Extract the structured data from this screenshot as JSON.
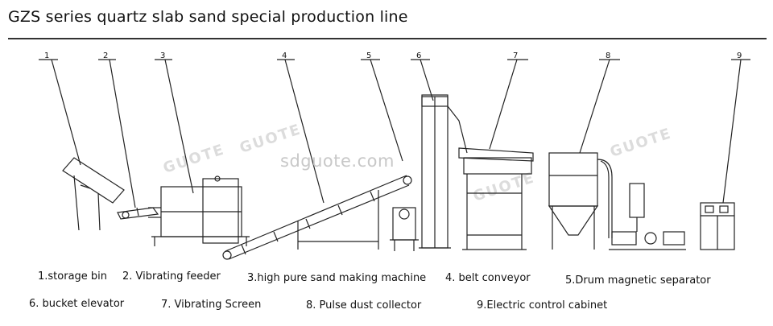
{
  "title": "GZS series quartz slab sand special production line",
  "watermark": {
    "url": "sdguote.com",
    "brand": "GUOTE"
  },
  "callouts": [
    "1",
    "2",
    "3",
    "4",
    "5",
    "6",
    "7",
    "8",
    "9"
  ],
  "legend": [
    "1.storage bin",
    "2. Vibrating feeder",
    "3.high pure sand making machine",
    "4. belt conveyor",
    "5.Drum magnetic separator",
    "6. bucket elevator",
    "7. Vibrating Screen",
    "8. Pulse dust collector",
    "9.Electric control cabinet"
  ]
}
